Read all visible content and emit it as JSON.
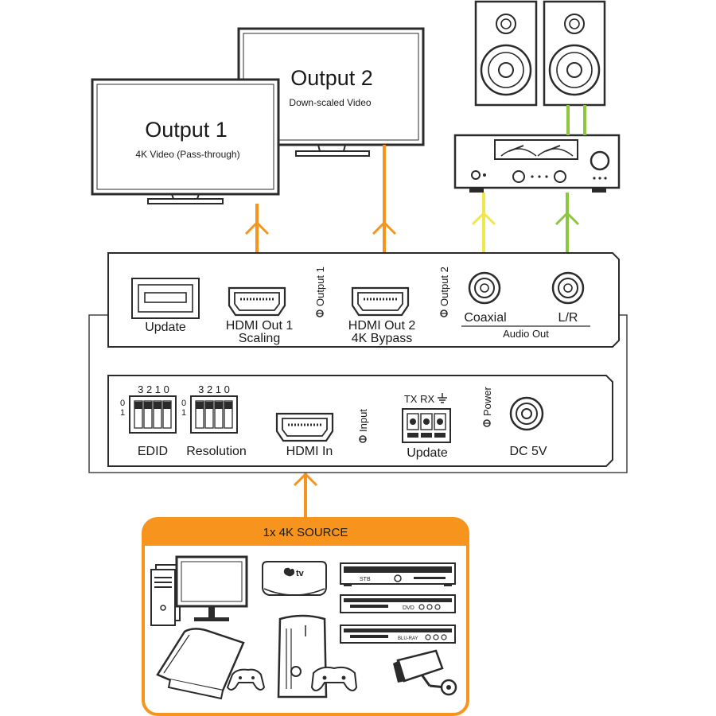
{
  "outputs": [
    {
      "title": "Output 1",
      "subtitle": "4K Video (Pass-through)"
    },
    {
      "title": "Output 2",
      "subtitle": "Down-scaled Video"
    }
  ],
  "top_panel": {
    "update": "Update",
    "hdmi_out1": [
      "HDMI Out 1",
      "Scaling"
    ],
    "hdmi_out2": [
      "HDMI Out 2",
      "4K Bypass"
    ],
    "led_output1": "Output 1",
    "led_output2": "Output 2",
    "coaxial": "Coaxial",
    "lr": "L/R",
    "audio_out": "Audio Out"
  },
  "bottom_panel": {
    "dip_bits": "3 2 1 0",
    "dip_on": "0",
    "dip_off": "1",
    "edid": "EDID",
    "resolution": "Resolution",
    "hdmi_in": "HDMI In",
    "led_input": "Input",
    "serial_pins": "TX RX",
    "update": "Update",
    "led_power": "Power",
    "dc": "DC 5V"
  },
  "source": {
    "title": "1x 4K SOURCE",
    "appletv_label": "tv",
    "stb_label": "STB",
    "dvd_label": "DVD",
    "bluray_label": "BLU-RAY"
  },
  "colors": {
    "hdmi_line": "#F7941D",
    "coax_line": "#F2E64B",
    "lr_line": "#8CC63F",
    "stroke": "#2b2b2b",
    "source_border": "#F7941D",
    "source_header": "#F7941D"
  }
}
